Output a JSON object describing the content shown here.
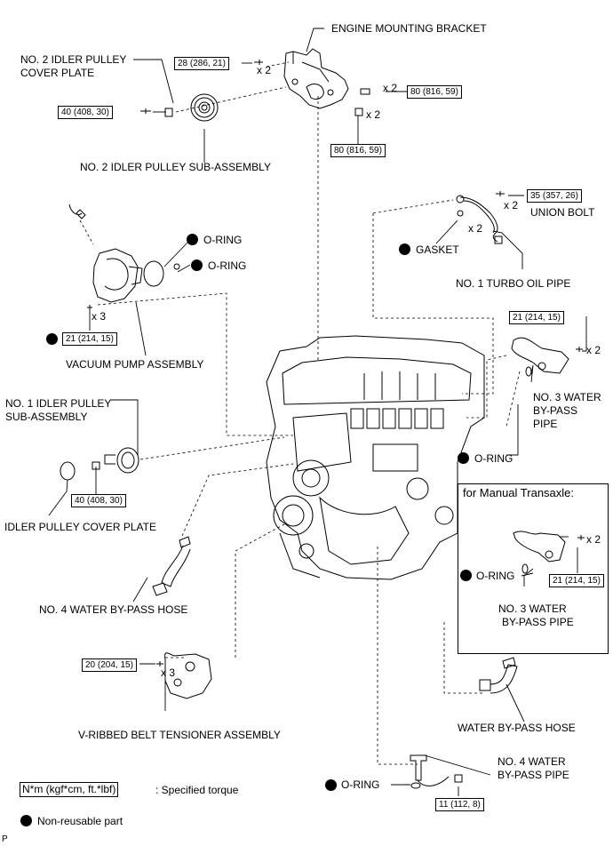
{
  "labels": {
    "engine_mounting_bracket": "ENGINE MOUNTING BRACKET",
    "idler_pulley_cover_plate_2_line1": "NO. 2 IDLER PULLEY",
    "idler_pulley_cover_plate_2_line2": "COVER PLATE",
    "idler_pulley_sub_assembly_2": "NO. 2 IDLER PULLEY SUB-ASSEMBLY",
    "union_bolt": "UNION BOLT",
    "gasket": "GASKET",
    "turbo_oil_pipe": "NO. 1 TURBO OIL PIPE",
    "o_ring_1": "O-RING",
    "o_ring_2": "O-RING",
    "vacuum_pump_assembly": "VACUUM PUMP ASSEMBLY",
    "water_bypass_pipe_3_line1": "NO. 3 WATER",
    "water_bypass_pipe_3_line2": "BY-PASS",
    "water_bypass_pipe_3_line3": "PIPE",
    "o_ring_3": "O-RING",
    "idler_pulley_sub_assembly_1_line1": "NO. 1 IDLER PULLEY",
    "idler_pulley_sub_assembly_1_line2": "SUB-ASSEMBLY",
    "idler_pulley_cover_plate": "IDLER PULLEY COVER PLATE",
    "water_bypass_hose_4": "NO. 4 WATER BY-PASS HOSE",
    "manual_transaxle_title": "for Manual Transaxle:",
    "o_ring_mt": "O-RING",
    "mt_water_bypass_pipe_3_line1": "NO. 3 WATER",
    "mt_water_bypass_pipe_3_line2": "BY-PASS PIPE",
    "water_bypass_hose": "WATER BY-PASS HOSE",
    "v_ribbed_belt_tensioner": "V-RIBBED BELT TENSIONER ASSEMBLY",
    "water_bypass_pipe_4_line1": "NO. 4 WATER",
    "water_bypass_pipe_4_line2": "BY-PASS PIPE",
    "o_ring_4": "O-RING"
  },
  "torques": {
    "bracket_left": "28 (286, 21)",
    "bracket_right": "80 (816, 59)",
    "bracket_bottom": "80 (816, 59)",
    "idler_pulley_2": "40 (408, 30)",
    "union_bolt": "35 (357, 26)",
    "vacuum_pump": "21 (214, 15)",
    "water_bypass_pipe_3": "21 (214, 15)",
    "idler_pulley_1": "40 (408, 30)",
    "mt_water_bypass_pipe_3": "21 (214, 15)",
    "tensioner": "20 (204, 15)",
    "water_bypass_pipe_4": "11 (112, 8)"
  },
  "multipliers": {
    "bracket_left": "x 2",
    "bracket_right": "x 2",
    "bracket_bottom": "x 2",
    "union_bolt": "x 2",
    "gasket": "x 2",
    "vacuum_pump": "x 3",
    "water_bypass_pipe_3": "x 2",
    "mt_water_bypass_pipe_3": "x 2",
    "tensioner": "x 3"
  },
  "legend": {
    "torque_box": "N*m (kgf*cm, ft.*lbf)",
    "torque_text": ": Specified torque",
    "non_reusable": "Non-reusable part"
  },
  "corner_mark": "P"
}
